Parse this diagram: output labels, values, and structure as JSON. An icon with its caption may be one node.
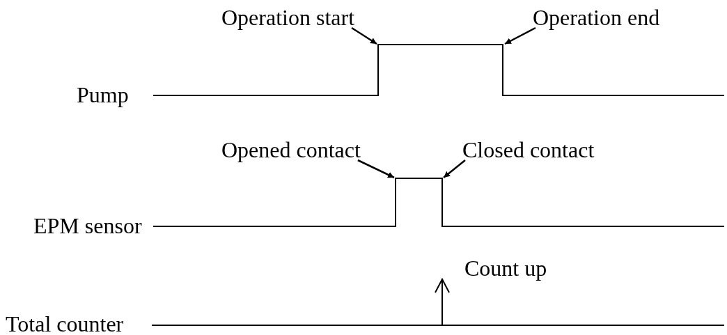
{
  "diagram": {
    "nodes": [
      {
        "text": [
          "Operation start"
        ]
      },
      {
        "text": [
          "Operation end"
        ]
      },
      {
        "text": [
          "Opened contact"
        ]
      },
      {
        "text": [
          "Closed contact"
        ]
      }
    ],
    "edges": [
      {
        "from": 0,
        "to": null,
        "arrow": "to"
      },
      {
        "from": 1,
        "to": null,
        "arrow": "to"
      },
      {
        "from": 2,
        "to": null,
        "arrow": "to"
      },
      {
        "from": 3,
        "to": null,
        "arrow": "to"
      }
    ],
    "labels": [
      "Pump",
      "EPM sensor",
      "Count up",
      "Total counter"
    ]
  }
}
